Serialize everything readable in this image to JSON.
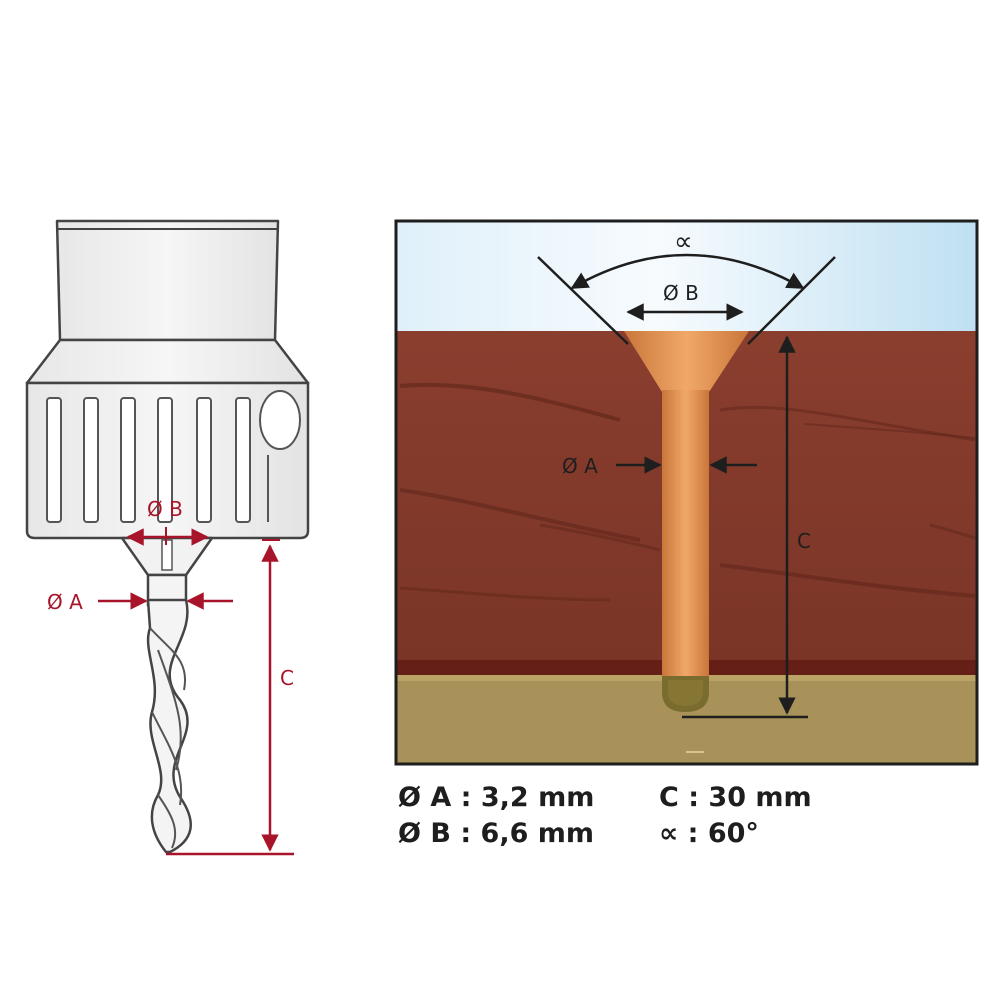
{
  "left_diagram": {
    "label_b": "Ø B",
    "label_a": "Ø A",
    "label_c": "C"
  },
  "right_diagram": {
    "label_alpha": "∝",
    "label_b": "Ø B",
    "label_a": "Ø A",
    "label_c": "C"
  },
  "specs": {
    "a": "Ø A : 3,2 mm",
    "b": "Ø B : 6,6 mm",
    "c": "C : 30 mm",
    "alpha": "∝ : 60°"
  },
  "colors": {
    "dimension_red": "#a8152a",
    "wood": "#843a2c",
    "sky": "#cfe7f5",
    "ground": "#a99259",
    "screw": "#d98a4b"
  }
}
